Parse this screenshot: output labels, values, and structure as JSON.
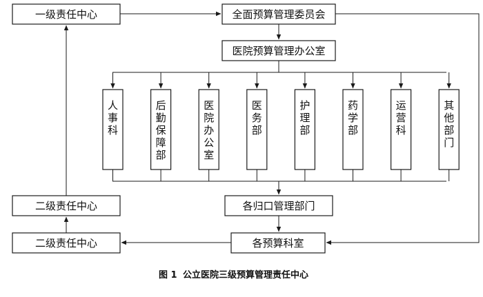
{
  "diagram": {
    "nodes": {
      "level1_center": "一级责任中心",
      "committee": "全面预算管理委员会",
      "hospital_office": "医院预算管理办公室",
      "level2_center_upper": "二级责任中心",
      "level2_center_lower": "二级责任中心",
      "central_departments": "各归口管理部门",
      "budget_sections": "各预算科室"
    },
    "departments": [
      "人事科",
      "后勤保障部",
      "医院办公室",
      "医务部",
      "护理部",
      "药学部",
      "运营科",
      "其他部门"
    ]
  },
  "caption": {
    "figure_number": "图 1",
    "title": "公立医院三级预算管理责任中心"
  }
}
